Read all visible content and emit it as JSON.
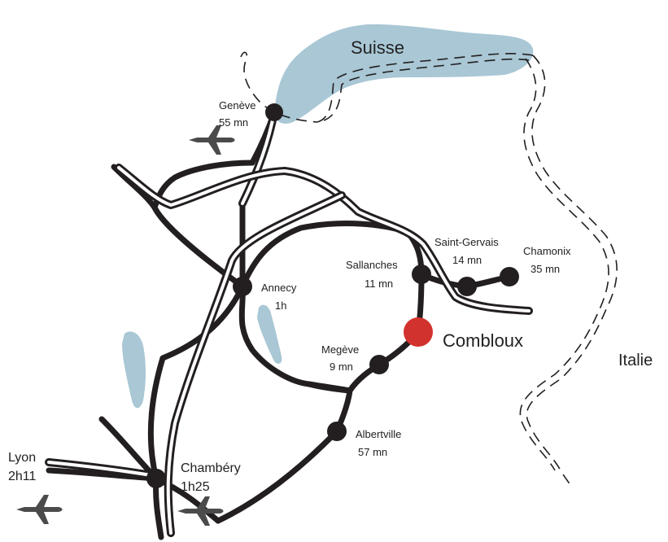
{
  "map": {
    "regions": {
      "switzerland": "Suisse",
      "italy": "Italie"
    },
    "destination": {
      "name": "Combloux",
      "marker_color": "#d2322d"
    },
    "places": [
      {
        "id": "geneve",
        "name": "Genève",
        "time": "55 mn",
        "airport": true
      },
      {
        "id": "annecy",
        "name": "Annecy",
        "time": "1h"
      },
      {
        "id": "sallanches",
        "name": "Sallanches",
        "time": "11 mn"
      },
      {
        "id": "saint_gervais",
        "name": "Saint-Gervais",
        "time": "14 mn"
      },
      {
        "id": "chamonix",
        "name": "Chamonix",
        "time": "35 mn"
      },
      {
        "id": "megeve",
        "name": "Megève",
        "time": "9 mn"
      },
      {
        "id": "albertville",
        "name": "Albertville",
        "time": "57 mn"
      },
      {
        "id": "chambery",
        "name": "Chambéry",
        "time": "1h25",
        "airport": true
      },
      {
        "id": "lyon",
        "name": "Lyon",
        "time": "2h11",
        "airport": true
      }
    ],
    "colors": {
      "water": "#a9c7d5",
      "roads": "#231f20",
      "background": "#ffffff"
    },
    "icons": [
      "airplane-icon",
      "city-marker",
      "destination-marker"
    ]
  }
}
